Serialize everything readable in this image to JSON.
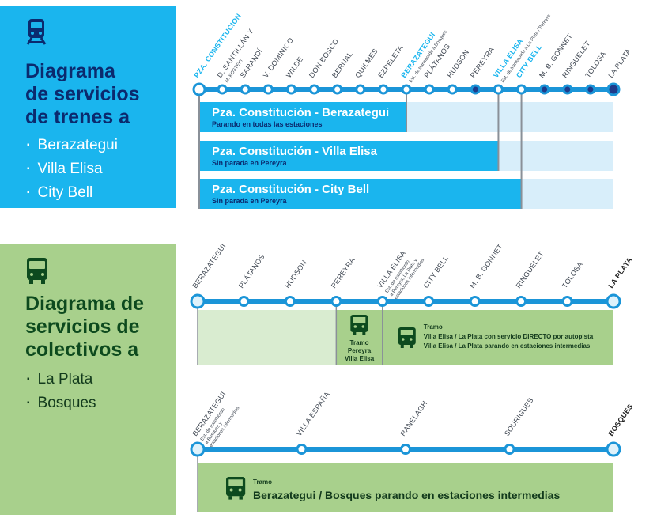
{
  "train_panel": {
    "title_lines": [
      "Diagrama",
      "de servicios",
      "de trenes a"
    ],
    "destinations": [
      "Berazategui",
      "Villa Elisa",
      "City Bell"
    ],
    "icon": "train-icon",
    "colors": {
      "panel": "#1ab5ee",
      "title": "#0b2a6e"
    }
  },
  "bus_panel": {
    "title_lines": [
      "Diagrama de",
      "servicios de",
      "colectivos a"
    ],
    "destinations": [
      "La Plata",
      "Bosques"
    ],
    "icon": "bus-icon",
    "colors": {
      "panel": "#a8d08c",
      "title": "#0d4a1e"
    }
  },
  "train_line": {
    "stations": [
      {
        "name": "PZA. CONSTITUCIÓN",
        "terminal": true,
        "highlight": true
      },
      {
        "name": "D. SANTILLÁN Y",
        "name2": "M. KOSTEKI"
      },
      {
        "name": "SARANDÍ"
      },
      {
        "name": "V. DOMINICO"
      },
      {
        "name": "WILDE"
      },
      {
        "name": "DON BOSCO"
      },
      {
        "name": "BERNAL"
      },
      {
        "name": "QUILMES"
      },
      {
        "name": "EZPELETA"
      },
      {
        "name": "BERAZATEGUI",
        "name2": "Est. de transbordo a Bosques",
        "highlight": true
      },
      {
        "name": "PLÁTANOS"
      },
      {
        "name": "HUDSON"
      },
      {
        "name": "PEREYRA",
        "dark": true
      },
      {
        "name": "VILLA ELISA",
        "name2": "Est. de transbordo a La Plata / Pereyra",
        "highlight": true
      },
      {
        "name": "CITY BELL",
        "highlight": true
      },
      {
        "name": "M. B. GONNET",
        "dark": true
      },
      {
        "name": "RINGUELET",
        "dark": true
      },
      {
        "name": "TOLOSA",
        "dark": true
      },
      {
        "name": "LA PLATA",
        "terminal": true,
        "dark": true
      }
    ],
    "services": [
      {
        "title": "Pza. Constitución - Berazategui",
        "subtitle": "Parando en todas las estaciones",
        "end_index": 9
      },
      {
        "title": "Pza. Constitución - Villa Elisa",
        "subtitle": "Sin parada en Pereyra",
        "end_index": 13
      },
      {
        "title": "Pza. Constitución - City Bell",
        "subtitle": "Sin parada en Pereyra",
        "end_index": 14
      }
    ]
  },
  "bus_line_1": {
    "stations": [
      {
        "name": "BERAZATEGUI",
        "terminal": true
      },
      {
        "name": "PLÁTANOS"
      },
      {
        "name": "HUDSON"
      },
      {
        "name": "PEREYRA"
      },
      {
        "name": "VILLA ELISA",
        "name2": "Est. de transbordo",
        "name3": "a Pereyra, La Plata y",
        "name4": "estaciones intermedias"
      },
      {
        "name": "CITY BELL"
      },
      {
        "name": "M. B. GONNET"
      },
      {
        "name": "RINGUELET"
      },
      {
        "name": "TOLOSA"
      },
      {
        "name": "LA PLATA",
        "terminal": true,
        "bold": true
      }
    ],
    "tramo_pereyra": {
      "label": "Tramo",
      "line1": "Pereyra",
      "line2": "Villa Elisa"
    },
    "tramo_la_plata": {
      "label": "Tramo",
      "line1": "Villa Elisa / La Plata con servicio DIRECTO por autopista",
      "line2": "Villa Elisa / La Plata parando en estaciones intermedias"
    }
  },
  "bus_line_2": {
    "stations": [
      {
        "name": "BERAZATEGUI",
        "name2": "Est. de transbordo",
        "name3": "a Bosques y",
        "name4": "estaciones intermedias",
        "terminal": true
      },
      {
        "name": "VILLA ESPAÑA"
      },
      {
        "name": "RANELAGH"
      },
      {
        "name": "SOURIGUES"
      },
      {
        "name": "BOSQUES",
        "terminal": true,
        "bold": true
      }
    ],
    "tramo": {
      "label": "Tramo",
      "line1": "Berazategui / Bosques parando en estaciones intermedias"
    }
  },
  "colors": {
    "line_blue": "#1b95d8",
    "service_bar": "#1ab5ee",
    "service_bg": "#d8eefa",
    "bus_bar": "#a8d08c",
    "bus_bg": "#d9ecd0",
    "station_dark": "#1e3a8a",
    "text_dark": "#3d4550"
  }
}
